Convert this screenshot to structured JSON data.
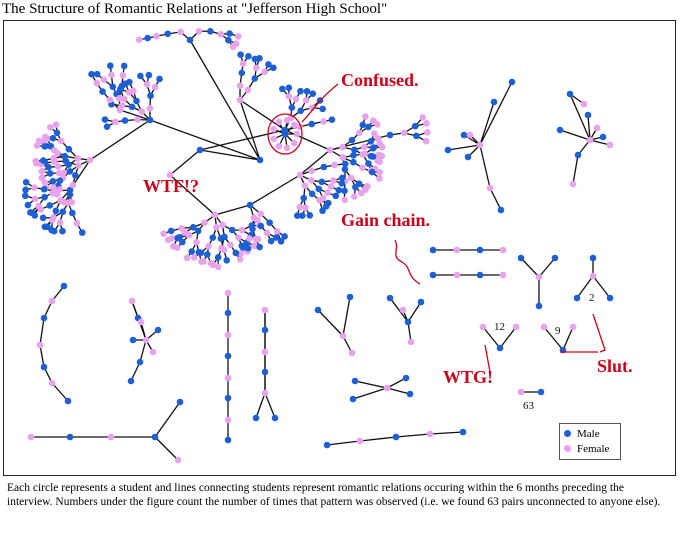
{
  "title": "The Structure of Romantic Relations at \"Jefferson High School\"",
  "annotations": {
    "confused": "Confused.",
    "wtf": "WTF!?",
    "gain_chain": "Gain chain.",
    "wtg": "WTG!",
    "slut": "Slut."
  },
  "pattern_counts": {
    "star_center": "2",
    "v_left": "12",
    "v_right": "9",
    "pair": "63"
  },
  "legend": {
    "male_label": "Male",
    "female_label": "Female",
    "male_color": "#1c5fd6",
    "female_color": "#e9a2ee"
  },
  "caption": "Each circle represents a student and lines connecting students represent romantic relations occuring within the 6 months preceding the interview.  Numbers under the figure count the number of times that pattern  was  observed (i.e. we found 63 pairs unconnected to anyone else)."
}
